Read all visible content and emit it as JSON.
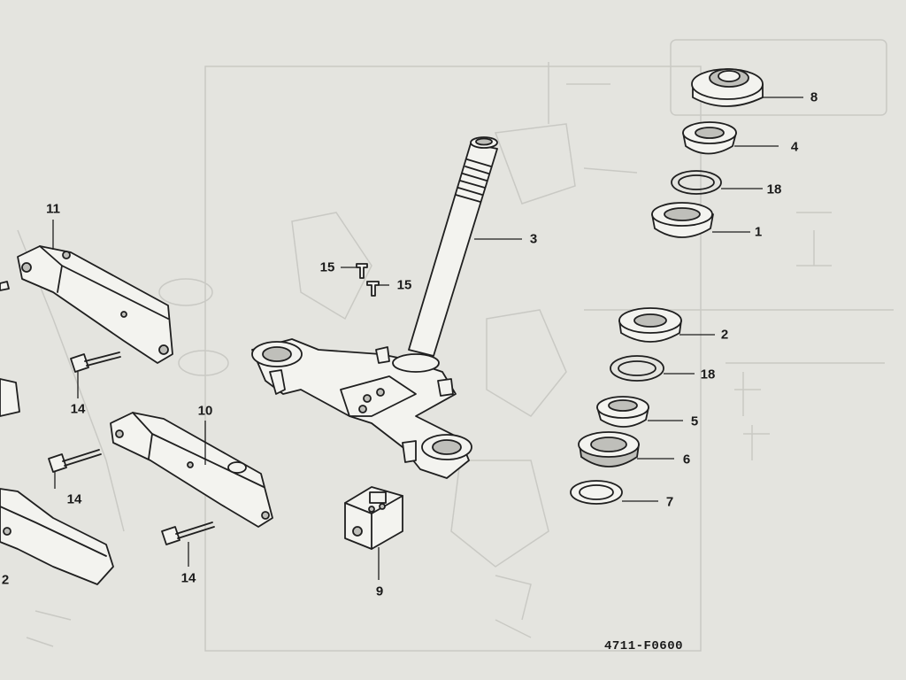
{
  "callouts": {
    "c1": "1",
    "c2": "2",
    "c3": "3",
    "c4": "4",
    "c5": "5",
    "c6": "6",
    "c7": "7",
    "c8": "8",
    "c9": "9",
    "c10": "10",
    "c11": "11",
    "c12": "2",
    "c14a": "14",
    "c14b": "14",
    "c14c": "14",
    "c15a": "15",
    "c15b": "15",
    "c18a": "18",
    "c18b": "18"
  },
  "diagram_code": "4711-F0600"
}
